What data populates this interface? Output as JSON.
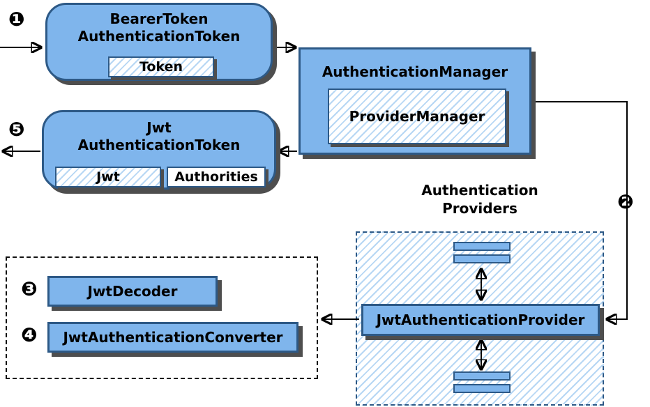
{
  "badges": {
    "b1": "❶",
    "b2": "❷",
    "b3": "❸",
    "b4": "❹",
    "b5": "❺"
  },
  "nodes": {
    "bearer": {
      "line1": "BearerToken",
      "line2": "AuthenticationToken",
      "token": "Token"
    },
    "manager": {
      "title": "AuthenticationManager",
      "inner": "ProviderManager"
    },
    "jwt": {
      "line1": "Jwt",
      "line2": "AuthenticationToken",
      "jwt": "Jwt",
      "authorities": "Authorities"
    },
    "providers": {
      "line1": "Authentication",
      "line2": "Providers",
      "provider": "JwtAuthenticationProvider"
    },
    "decoder": "JwtDecoder",
    "converter": "JwtAuthenticationConverter"
  },
  "colors": {
    "node_fill": "#7fb5ec",
    "node_border": "#2d5986",
    "hatch_line": "#b7d7f4",
    "shadow": "#4e4e4e",
    "arrow": "#000000"
  }
}
